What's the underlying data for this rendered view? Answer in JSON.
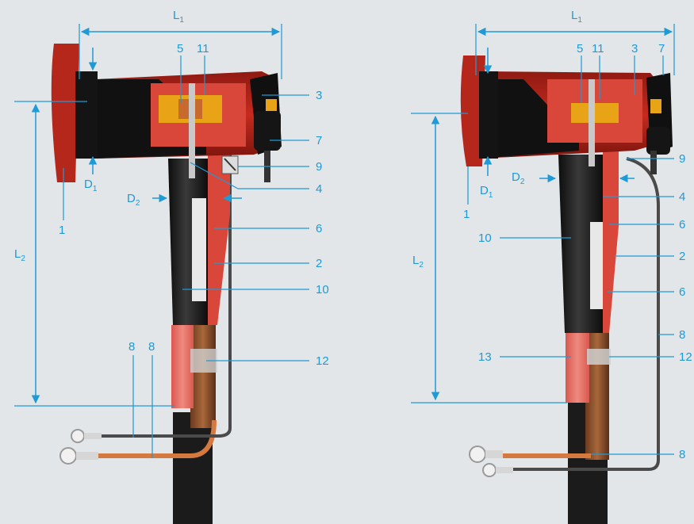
{
  "left": {
    "dimensions": {
      "l": "L",
      "l_sub": "1",
      "l2": "L",
      "l2_sub": "2",
      "d1": "D",
      "d1_sub": "1",
      "d2": "D",
      "d2_sub": "2"
    },
    "callouts": [
      "5",
      "11",
      "3",
      "7",
      "9",
      "4",
      "6",
      "2",
      "10",
      "12",
      "8",
      "8",
      "1"
    ]
  },
  "right": {
    "dimensions": {
      "l": "L",
      "l_sub": "1",
      "l2": "L",
      "l2_sub": "2",
      "d1": "D",
      "d1_sub": "1",
      "d2": "D",
      "d2_sub": "2"
    },
    "callouts": [
      "5",
      "11",
      "3",
      "7",
      "9",
      "4",
      "6",
      "10",
      "2",
      "6",
      "8",
      "13",
      "12",
      "8",
      "1"
    ]
  },
  "colors": {
    "background": "#e3e6e8",
    "accent": "#1e9ad6",
    "rubber_red": "#b8231a",
    "semicon_black": "#1a1a1a",
    "copper": "#c8692e",
    "brass": "#e8a317"
  }
}
